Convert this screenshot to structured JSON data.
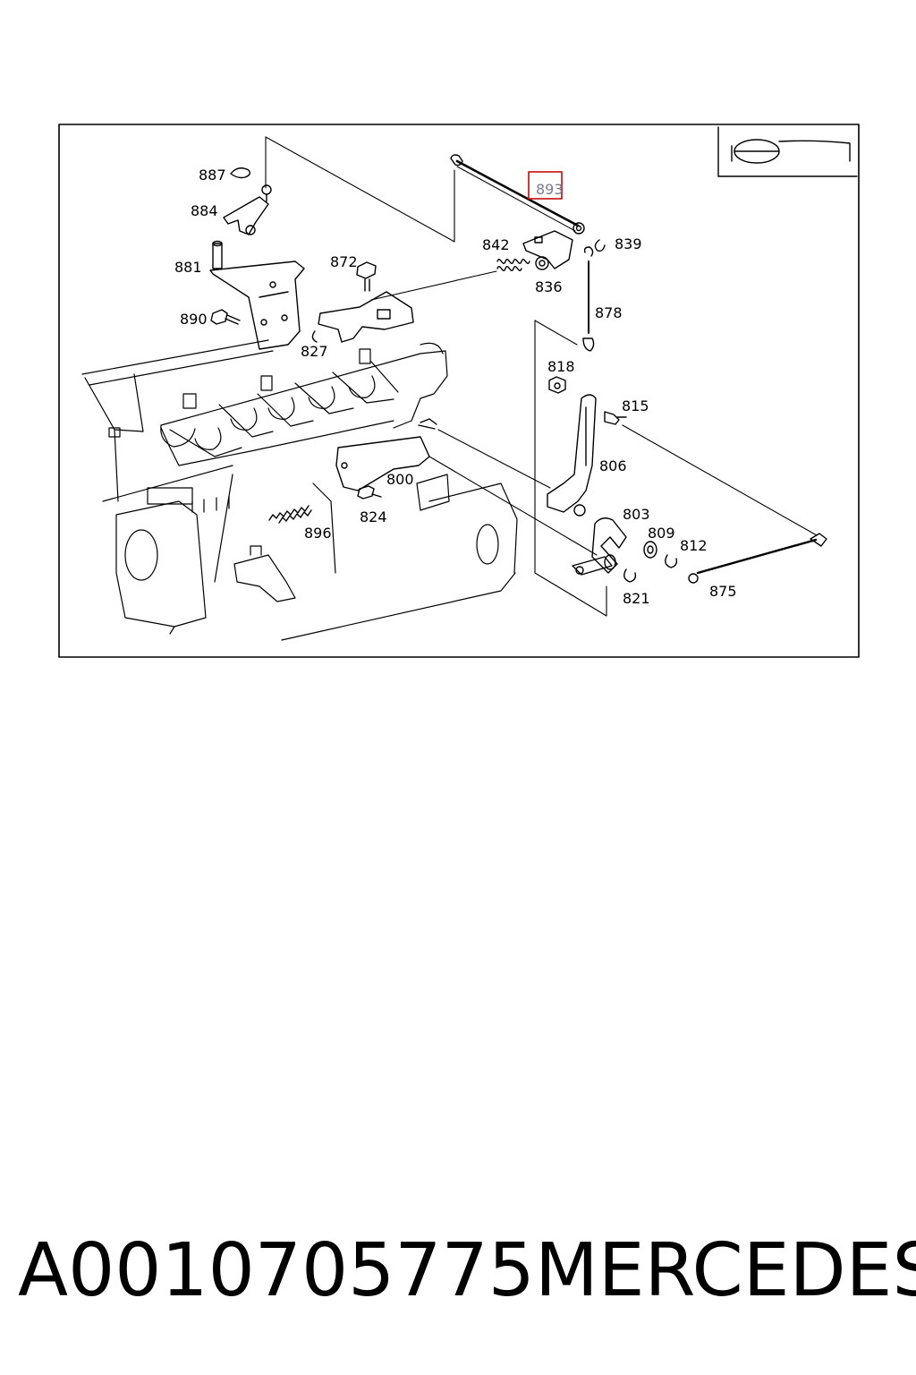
{
  "diagram": {
    "labels": {
      "p887": "887",
      "p884": "884",
      "p881": "881",
      "p890": "890",
      "p872": "872",
      "p827": "827",
      "p842": "842",
      "p836": "836",
      "p893": "893",
      "p839": "839",
      "p878": "878",
      "p818": "818",
      "p815": "815",
      "p806": "806",
      "p800": "800",
      "p824": "824",
      "p896": "896",
      "p803": "803",
      "p809": "809",
      "p812": "812",
      "p821": "821",
      "p875": "875"
    },
    "highlighted_part": "893",
    "colors": {
      "highlight": "#cc2222",
      "line": "#000000",
      "highlight_text": "#7a7a90"
    }
  },
  "caption": {
    "part_number": "A0010705775",
    "brand": "MERCEDES"
  }
}
